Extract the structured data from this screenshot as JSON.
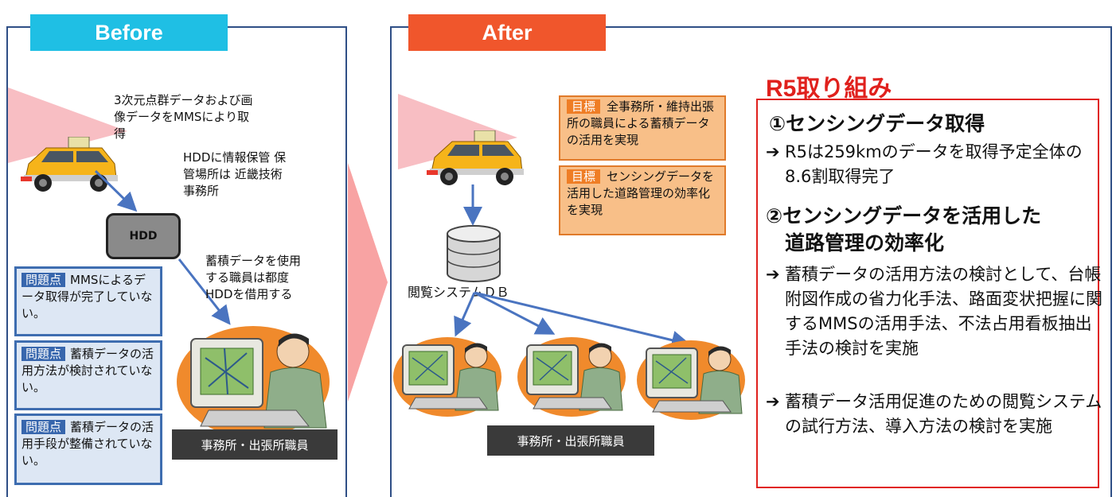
{
  "before": {
    "tab_label": "Before",
    "caption_mms": "3次元点群データおよび画像データをMMSにより取得",
    "caption_hdd": "HDDに情報保管 保管場所は 近畿技術事務所",
    "hdd_label": "HDD",
    "caption_borrow": "蓄積データを使用する職員は都度HDDを借用する",
    "problems": [
      {
        "label": "問題点",
        "text": "MMSによるデータ取得が完了していない。"
      },
      {
        "label": "問題点",
        "text": "蓄積データの活用方法が検討されていない。"
      },
      {
        "label": "問題点",
        "text": "蓄積データの活用手段が整備されていない。"
      }
    ],
    "staff_label": "事務所・出張所職員"
  },
  "after": {
    "tab_label": "After",
    "goals": [
      {
        "label": "目標",
        "text": "全事務所・維持出張所の職員による蓄積データの活用を実現"
      },
      {
        "label": "目標",
        "text": "センシングデータを活用した道路管理の効率化を実現"
      }
    ],
    "db_label": "閲覧システムＤＢ",
    "staff_label": "事務所・出張所職員"
  },
  "r5": {
    "title": "R5取り組み",
    "heading1": "①センシングデータ取得",
    "bullet1": "R5は259kmのデータを取得予定全体の8.6割取得完了",
    "heading2_line1": "②センシングデータを活用した",
    "heading2_line2": "道路管理の効率化",
    "bullet2": "蓄積データの活用方法の検討として、台帳附図作成の省力化手法、路面変状把握に関するMMSの活用手法、不法占用看板抽出手法の検討を実施",
    "bullet3": "蓄積データ活用促進のための閲覧システムの試行方法、導入方法の検討を実施",
    "arrow_glyph": "➔"
  },
  "colors": {
    "before_tab": "#1fbfe4",
    "after_tab": "#f0562c",
    "panel_border": "#2f4f86",
    "r5_red": "#e0211d",
    "flow_arrow": "#4a74c0",
    "transition_arrow": "#f8a3a3"
  }
}
